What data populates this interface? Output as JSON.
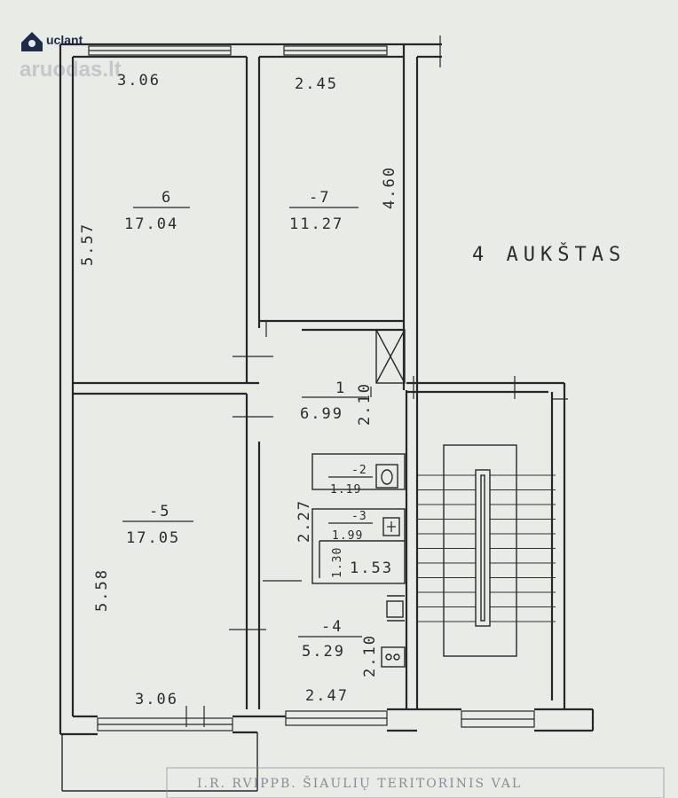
{
  "floor_label": "4 AUKŠTAS",
  "stamp_text": "I.R. RVIPPB. ŠIAULIŲ TERITORINIS VAL",
  "watermark": {
    "brand": "uclant",
    "site": "aruodas.lt"
  },
  "rooms": [
    {
      "id": "6",
      "number": "6",
      "area": "17.04"
    },
    {
      "id": "7",
      "number": "-7",
      "area": "11.27"
    },
    {
      "id": "1",
      "number": "1",
      "area": "6.99"
    },
    {
      "id": "2",
      "number": "-2",
      "area": "1.19"
    },
    {
      "id": "3",
      "number": "-3",
      "area": "1.99"
    },
    {
      "id": "3b",
      "number": "",
      "area": "1.53"
    },
    {
      "id": "5",
      "number": "-5",
      "area": "17.05"
    },
    {
      "id": "4",
      "number": "-4",
      "area": "5.29"
    }
  ],
  "dimensions": {
    "top_left_width": "3.06",
    "top_right_width": "2.45",
    "room6_height": "5.57",
    "room7_height": "4.60",
    "hall_height": "2.10",
    "bath_height": "2.27",
    "small_height": "1.30",
    "room5_height": "5.58",
    "bottom_left_width": "3.06",
    "bottom_right_width": "2.47",
    "room4_height": "2.10"
  }
}
